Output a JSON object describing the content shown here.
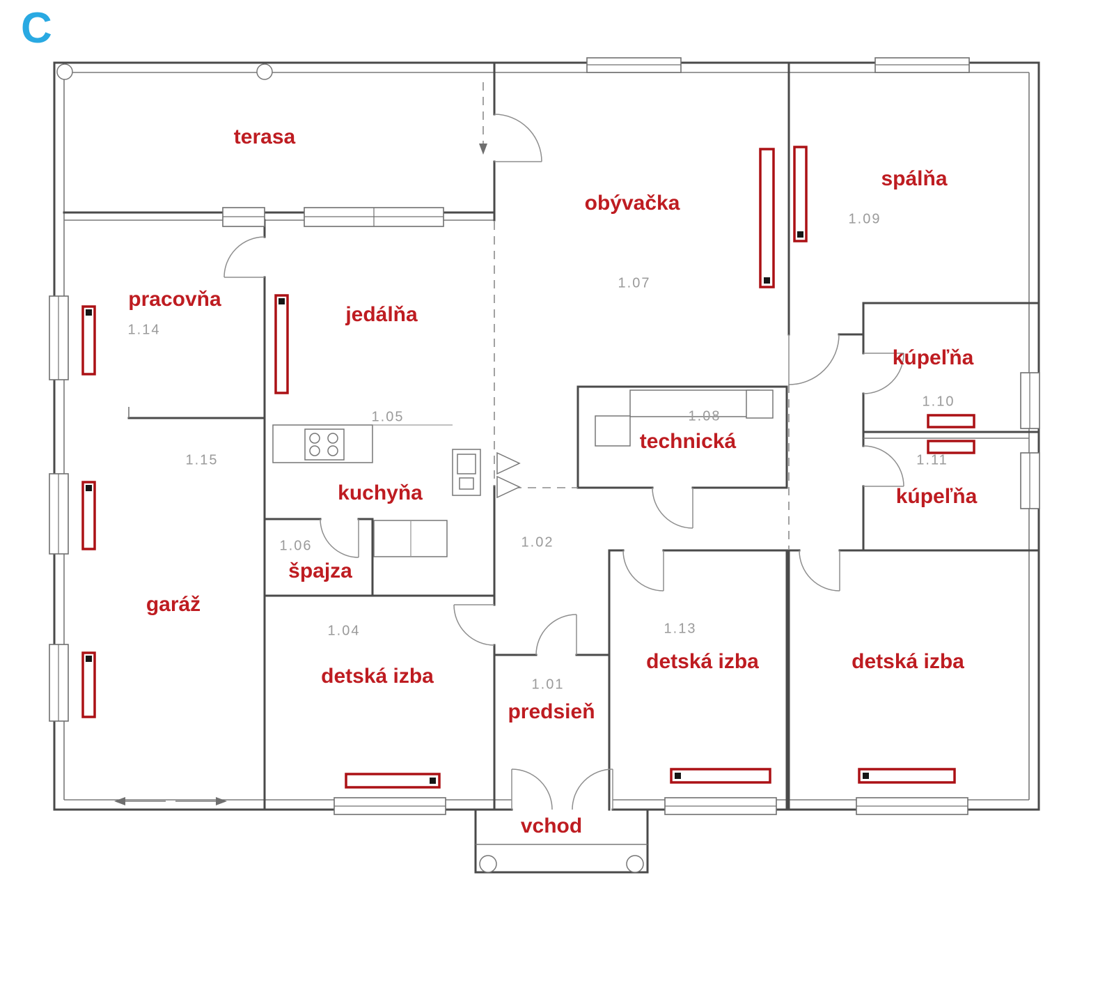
{
  "plan": {
    "variant_letter": "C"
  },
  "colors": {
    "label_red": "#be1c21",
    "variant_blue": "#29a9e2",
    "radiator_red": "#ab1115",
    "wall_gray": "#4a4a4a",
    "number_gray": "#9a9a9a"
  },
  "icons": {
    "radiator": "red-outlined-bar-with-black-valve-dot",
    "stove": "four-burner-cooktop-circles",
    "column": "circle-post",
    "door": "quarter-arc-swing",
    "window": "double-line-frame",
    "garage-door": "double-arrow"
  },
  "rooms": [
    {
      "key": "terasa",
      "label": "terasa",
      "number": ""
    },
    {
      "key": "obyvacka",
      "label": "obývačka",
      "number": "1.07"
    },
    {
      "key": "spalna",
      "label": "spálňa",
      "number": "1.09"
    },
    {
      "key": "pracovna",
      "label": "pracovňa",
      "number": "1.14"
    },
    {
      "key": "jedalna",
      "label": "jedálňa",
      "number": "1.05"
    },
    {
      "key": "kupelna-horna",
      "label": "kúpeľňa",
      "number": "1.10"
    },
    {
      "key": "technicka",
      "label": "technická",
      "number": "1.08"
    },
    {
      "key": "kuchyna",
      "label": "kuchyňa",
      "number": ""
    },
    {
      "key": "spajza",
      "label": "špajza",
      "number": "1.06"
    },
    {
      "key": "garaz",
      "label": "garáž",
      "number": "1.15"
    },
    {
      "key": "chodba",
      "label": "",
      "number": "1.02"
    },
    {
      "key": "kupelna-dolna",
      "label": "kúpeľňa",
      "number": "1.11"
    },
    {
      "key": "detska-lava",
      "label": "detská izba",
      "number": "1.04"
    },
    {
      "key": "predsien",
      "label": "predsieň",
      "number": "1.01"
    },
    {
      "key": "detska-stredna",
      "label": "detská izba",
      "number": "1.13"
    },
    {
      "key": "detska-prava",
      "label": "detská izba",
      "number": ""
    },
    {
      "key": "vchod",
      "label": "vchod",
      "number": ""
    }
  ]
}
